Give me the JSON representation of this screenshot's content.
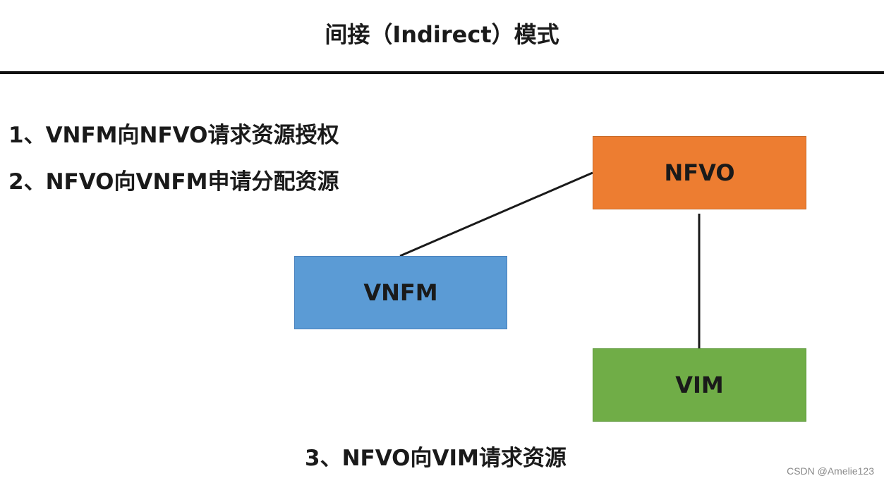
{
  "header": {
    "title": "间接（Indirect）模式"
  },
  "steps": [
    {
      "text": "1、VNFM向NFVO请求资源授权"
    },
    {
      "text": "2、NFVO向VNFM申请分配资源"
    },
    {
      "text": "3、NFVO向VIM请求资源"
    }
  ],
  "diagram": {
    "nodes": {
      "nfvo": {
        "label": "NFVO",
        "color": "#ED7D31"
      },
      "vnfm": {
        "label": "VNFM",
        "color": "#5B9BD5"
      },
      "vim": {
        "label": "VIM",
        "color": "#70AD47"
      }
    },
    "edges": [
      {
        "from": "vnfm",
        "to": "nfvo"
      },
      {
        "from": "nfvo",
        "to": "vim"
      }
    ]
  },
  "watermark": "CSDN @Amelie123"
}
